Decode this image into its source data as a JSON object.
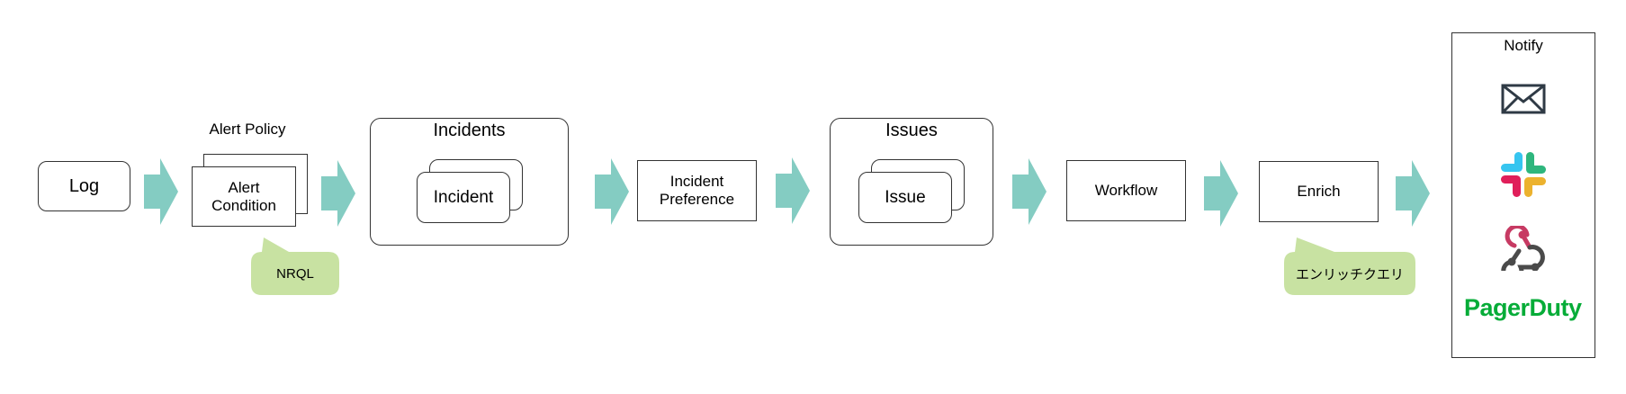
{
  "colors": {
    "arrow": "#84CCC2",
    "callout": "#C8E2A2",
    "border": "#333333",
    "pagerduty": "#06AC38",
    "envelope": "#2F3A45",
    "slack_blue": "#36C5F0",
    "slack_green": "#2EB67D",
    "slack_yellow": "#ECB22E",
    "slack_red": "#E01E5A",
    "webhook_red": "#C73A63",
    "webhook_dark": "#4A4A4A"
  },
  "nodes": {
    "log": "Log",
    "alert_policy_title": "Alert Policy",
    "alert_condition": "Alert\nCondition",
    "incidents_title": "Incidents",
    "incident": "Incident",
    "incident_preference": "Incident\nPreference",
    "issues_title": "Issues",
    "issue": "Issue",
    "workflow": "Workflow",
    "enrich": "Enrich"
  },
  "callouts": {
    "nrql": "NRQL",
    "enrich_query": "エンリッチクエリ"
  },
  "notify": {
    "title": "Notify",
    "channels": [
      {
        "name": "email",
        "icon": "envelope-icon"
      },
      {
        "name": "slack",
        "icon": "slack-icon"
      },
      {
        "name": "webhook",
        "icon": "webhook-icon"
      },
      {
        "name": "pagerduty",
        "label": "PagerDuty"
      }
    ]
  }
}
